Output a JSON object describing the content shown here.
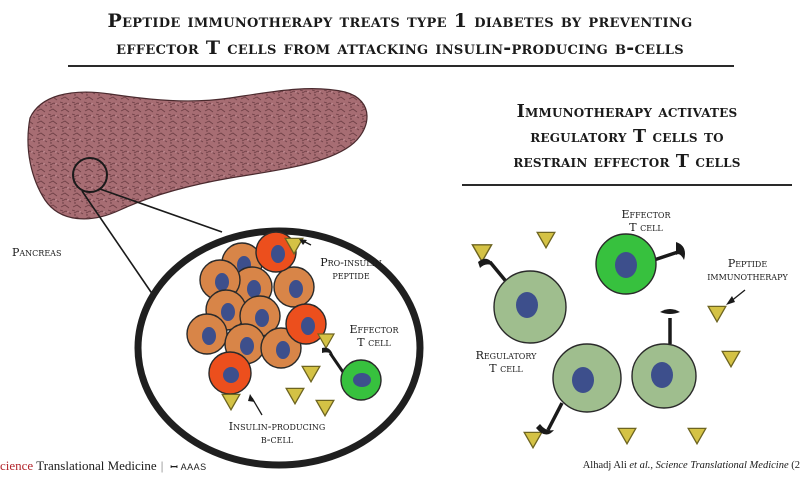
{
  "header": {
    "title_line1": "Peptide immunotherapy treats type 1 diabetes by preventing",
    "title_line2": "effector T cells from attacking insulin-producing β-cells"
  },
  "right_panel": {
    "heading_line1": "Immunotherapy activates",
    "heading_line2": "regulatory T cells to",
    "heading_line3": "restrain effector T cells"
  },
  "labels": {
    "pancreas": "Pancreas",
    "proinsulin_line1": "Pro-insulin",
    "proinsulin_line2": "peptide",
    "effector_inset_line1": "Effector",
    "effector_inset_line2": "T cell",
    "beta_cell_line1": "Insulin-producing",
    "beta_cell_line2": "β-cell",
    "effector_right_line1": "Effector",
    "effector_right_line2": "T cell",
    "peptide_immuno_line1": "Peptide",
    "peptide_immuno_line2": "immunotherapy",
    "regulatory_line1": "Regulatory",
    "regulatory_line2": "T cell"
  },
  "footer": {
    "journal_prefix": "cience",
    "journal_rest": "Translational Medicine",
    "aaas": "AAAS",
    "credit_author": "Alhadj Ali",
    "credit_etal": "et al.,",
    "credit_journal": "Science Translational Medicine",
    "credit_year": "(2"
  },
  "colors": {
    "pancreas": "#a76d73",
    "beta_cell_fill": "#d88548",
    "beta_cell_highlight": "#ec4f1d",
    "nucleus": "#3d4f8c",
    "effector_cell": "#37c13e",
    "regulatory_cell": "#9fbe8e",
    "peptide": "#d4c245",
    "outline": "#222222"
  }
}
